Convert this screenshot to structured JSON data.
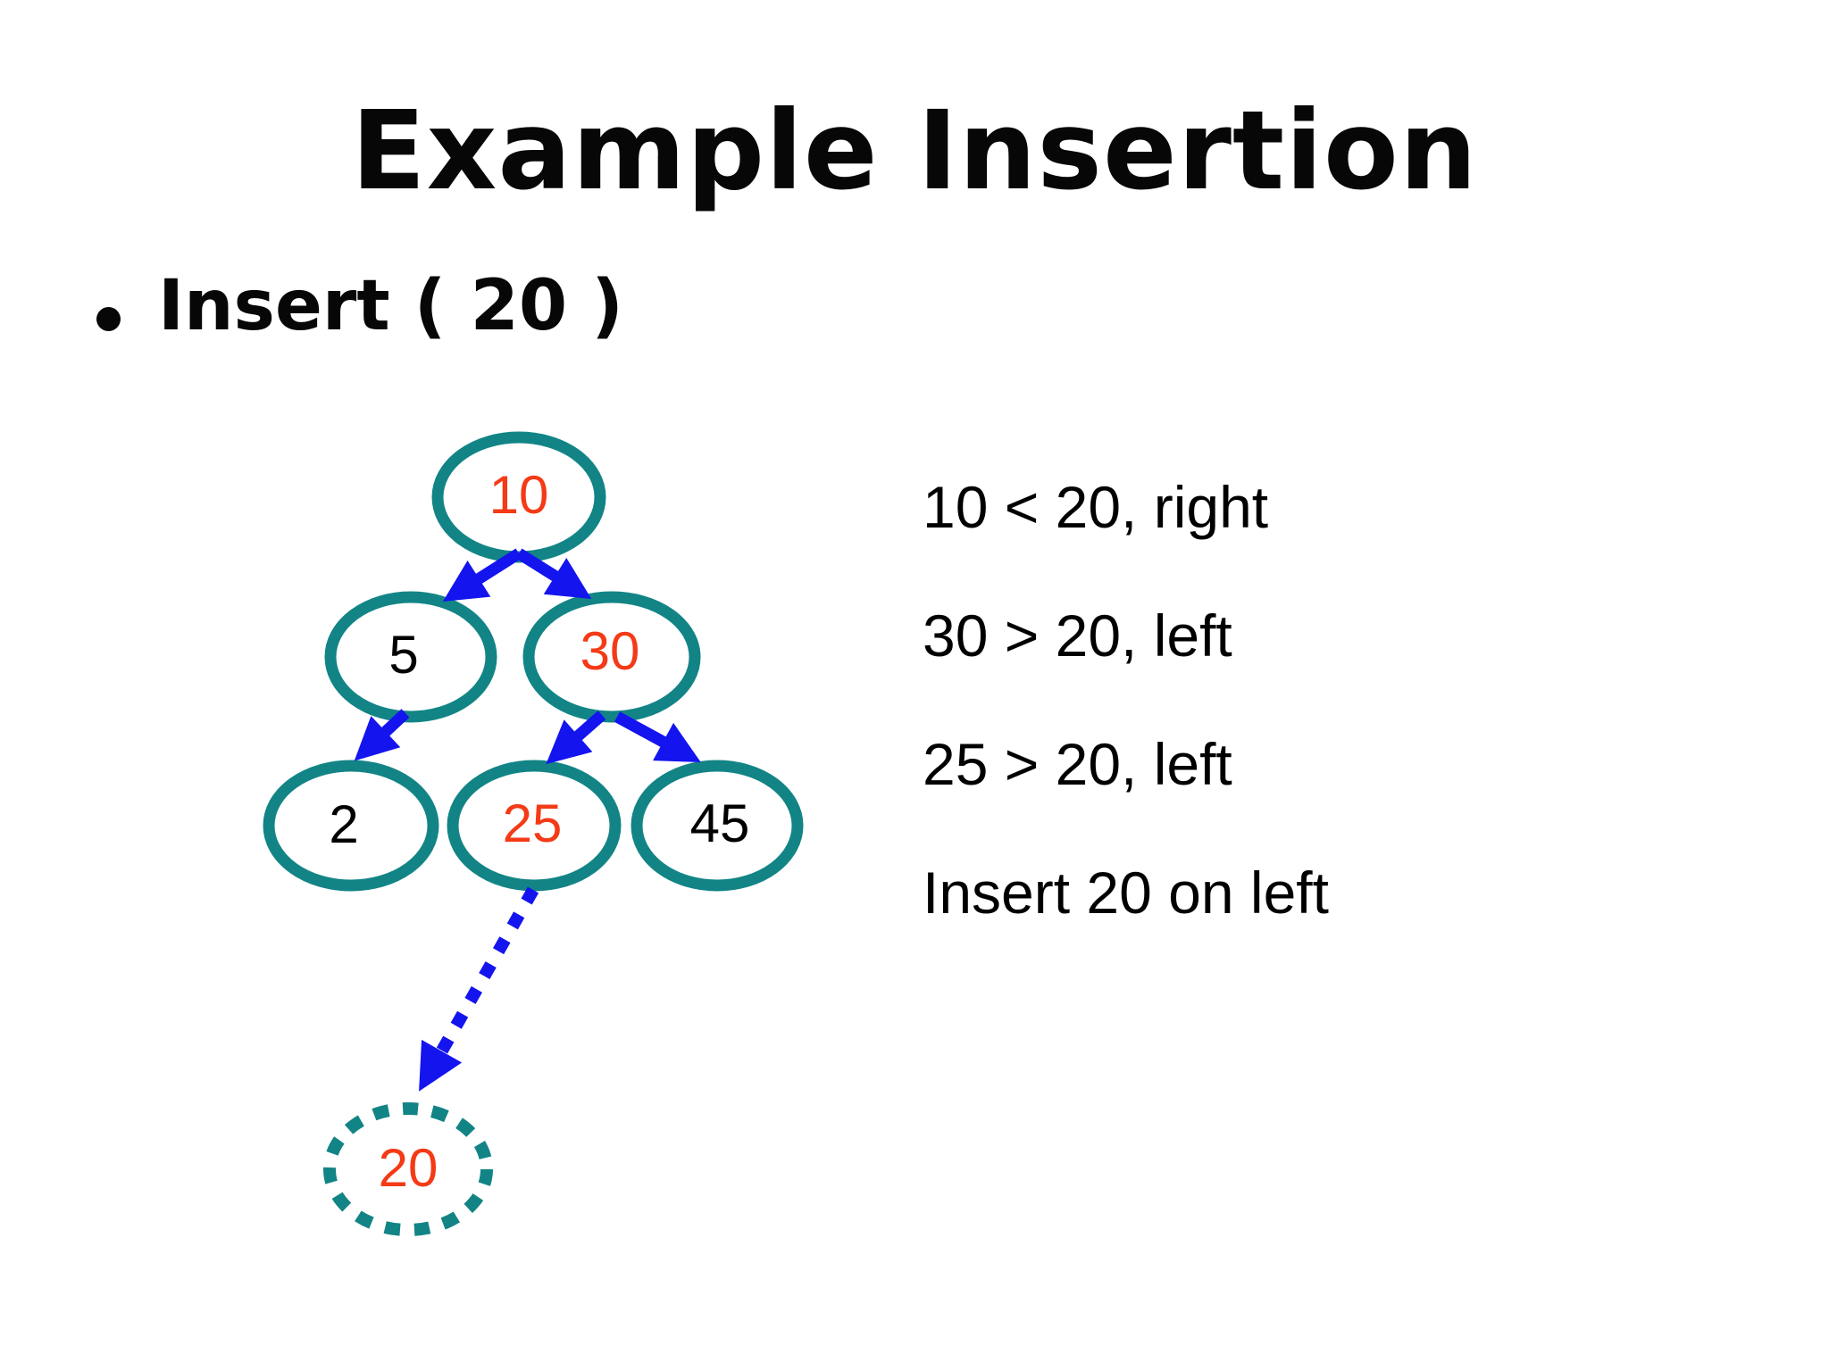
{
  "slide": {
    "title": "Example Insertion",
    "bullet_text": "Insert ( 20 )"
  },
  "diagram": {
    "description": "Binary search tree showing insertion path of value 20",
    "nodes": [
      {
        "label": "10",
        "emphasis": "red",
        "border": "solid"
      },
      {
        "label": "5",
        "emphasis": "black",
        "border": "solid"
      },
      {
        "label": "30",
        "emphasis": "red",
        "border": "solid"
      },
      {
        "label": "2",
        "emphasis": "black",
        "border": "solid"
      },
      {
        "label": "25",
        "emphasis": "red",
        "border": "solid"
      },
      {
        "label": "45",
        "emphasis": "black",
        "border": "solid"
      },
      {
        "label": "20",
        "emphasis": "red",
        "border": "dashed"
      }
    ],
    "edges": [
      {
        "from": "10",
        "to": "5",
        "style": "solid"
      },
      {
        "from": "10",
        "to": "30",
        "style": "solid"
      },
      {
        "from": "5",
        "to": "2",
        "style": "solid"
      },
      {
        "from": "30",
        "to": "25",
        "style": "solid"
      },
      {
        "from": "30",
        "to": "45",
        "style": "solid"
      },
      {
        "from": "25",
        "to": "20",
        "style": "dashed-arrow"
      }
    ]
  },
  "annotations": [
    "10 < 20, right",
    "30 > 20, left",
    "25 > 20, left",
    "Insert 20 on left"
  ],
  "colors": {
    "node_stroke": "#128486",
    "arrow": "#1414EF",
    "red_text": "#F43A16",
    "black_text": "#000000"
  }
}
